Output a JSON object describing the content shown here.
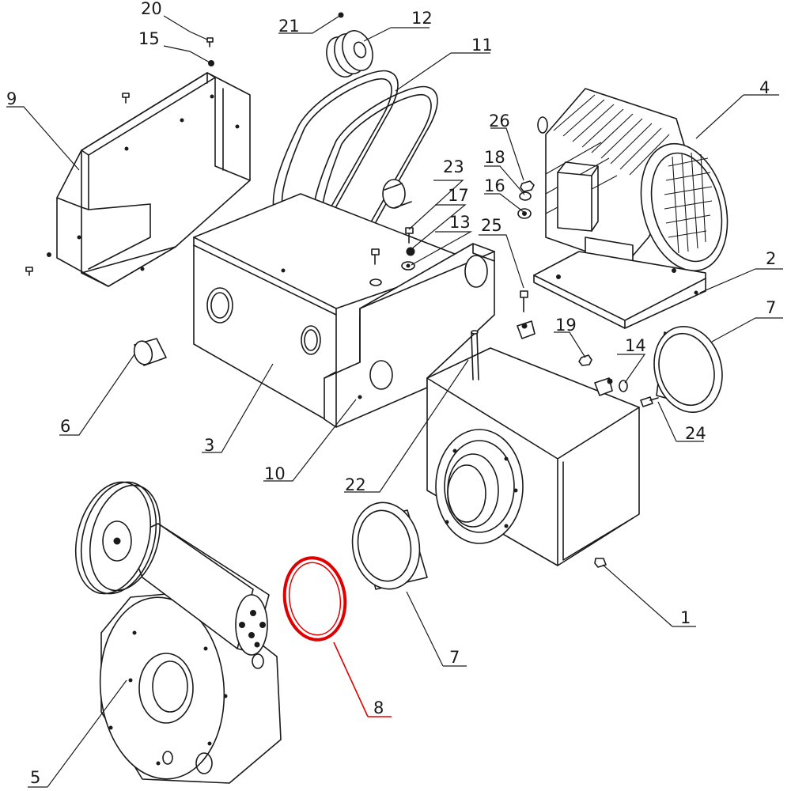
{
  "diagram": {
    "highlight_color": "#e00000",
    "ink_color": "#1a1a1a",
    "callouts": [
      {
        "id": "c1",
        "label": "1"
      },
      {
        "id": "c2",
        "label": "2"
      },
      {
        "id": "c3",
        "label": "3"
      },
      {
        "id": "c4",
        "label": "4"
      },
      {
        "id": "c5",
        "label": "5"
      },
      {
        "id": "c6",
        "label": "6"
      },
      {
        "id": "c7a",
        "label": "7"
      },
      {
        "id": "c7b",
        "label": "7"
      },
      {
        "id": "c8",
        "label": "8",
        "highlighted": true
      },
      {
        "id": "c9",
        "label": "9"
      },
      {
        "id": "c10",
        "label": "10"
      },
      {
        "id": "c11",
        "label": "11"
      },
      {
        "id": "c12",
        "label": "12"
      },
      {
        "id": "c13",
        "label": "13"
      },
      {
        "id": "c14",
        "label": "14"
      },
      {
        "id": "c15",
        "label": "15"
      },
      {
        "id": "c16",
        "label": "16"
      },
      {
        "id": "c17",
        "label": "17"
      },
      {
        "id": "c18",
        "label": "18"
      },
      {
        "id": "c19",
        "label": "19"
      },
      {
        "id": "c20",
        "label": "20"
      },
      {
        "id": "c21",
        "label": "21"
      },
      {
        "id": "c22",
        "label": "22"
      },
      {
        "id": "c23",
        "label": "23"
      },
      {
        "id": "c24",
        "label": "24"
      },
      {
        "id": "c25",
        "label": "25"
      },
      {
        "id": "c26",
        "label": "26"
      }
    ]
  }
}
